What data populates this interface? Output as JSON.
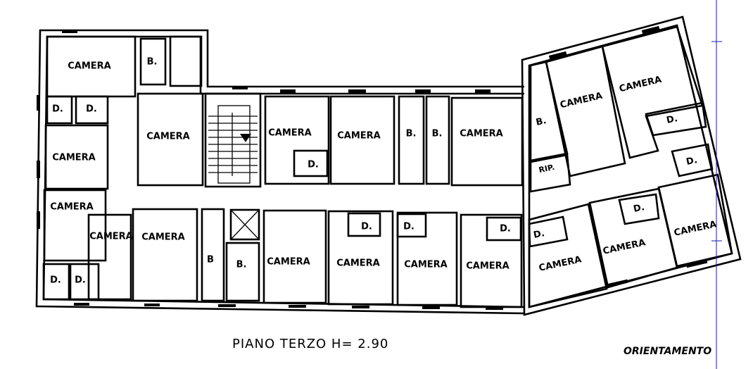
{
  "plan": {
    "title": "PIANO TERZO H= 2.90",
    "orientation_label": "ORIENTAMENTO",
    "accent_line_color": "#1a1aa6",
    "rooms": [
      "CAMERA",
      "D.",
      "D.",
      "CAMERA",
      "CAMERA",
      "CAMERA",
      "D.",
      "D.",
      "B.",
      "CAMERA",
      "CAMERA",
      "B",
      "B.",
      "CAMERA",
      "D.",
      "CAMERA",
      "B.",
      "B.",
      "CAMERA",
      "CAMERA",
      "CAMERA",
      "D.",
      "D.",
      "CAMERA",
      "D.",
      "CAMERA",
      "B.",
      "CAMERA",
      "CAMERA",
      "D.",
      "RIP.",
      "D.",
      "D.",
      "D.",
      "CAMERA",
      "CAMERA",
      "CAMERA"
    ]
  }
}
